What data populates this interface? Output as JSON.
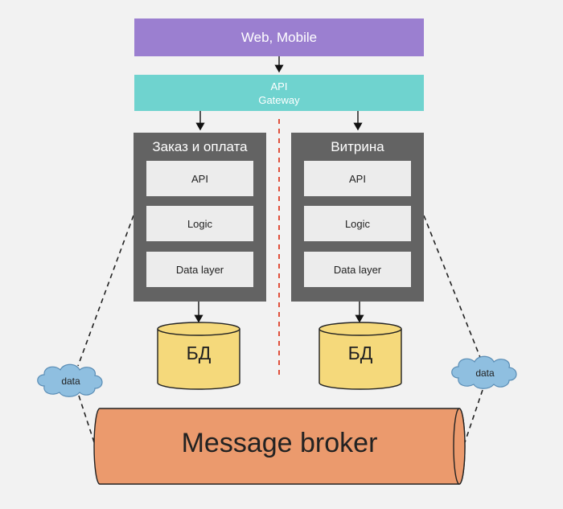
{
  "client": {
    "label": "Web, Mobile"
  },
  "gateway": {
    "line1": "API",
    "line2": "Gateway"
  },
  "services": [
    {
      "title": "Заказ и оплата",
      "layers": [
        "API",
        "Logic",
        "Data layer"
      ],
      "db": "БД",
      "cloud": "data"
    },
    {
      "title": "Витрина",
      "layers": [
        "API",
        "Logic",
        "Data layer"
      ],
      "db": "БД",
      "cloud": "data"
    }
  ],
  "broker": {
    "label": "Message broker"
  },
  "colors": {
    "background": "#f2f2f2",
    "client": "#9b7fd0",
    "gateway": "#6fd3cf",
    "service": "#636363",
    "layer": "#ececec",
    "db": "#f5d97b",
    "broker": "#eb9a6d",
    "cloud": "#8fbfe0",
    "divider": "#e0503c"
  }
}
